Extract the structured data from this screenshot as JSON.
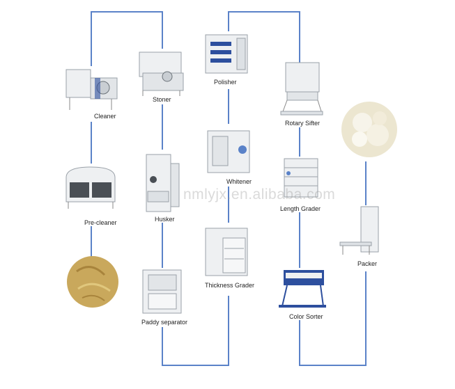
{
  "watermark": "nmlyjx.en.alibaba.com",
  "labels": {
    "cleaner": "Cleaner",
    "stoner": "Stoner",
    "polisher": "Polisher",
    "rotary_sifter": "Rotary Sifter",
    "pre_cleaner": "Pre-cleaner",
    "husker": "Husker",
    "whitener": "Whitener",
    "length_grader": "Length Grader",
    "packer": "Packer",
    "thickness_grader": "Thickness Grader",
    "paddy_separator": "Paddy separator",
    "color_sorter": "Color Sorter"
  },
  "colors": {
    "line": "#5a82c8",
    "machine": "#e9ecef",
    "machine_dark": "#9aa1a8",
    "accent": "#2d4f9e"
  }
}
